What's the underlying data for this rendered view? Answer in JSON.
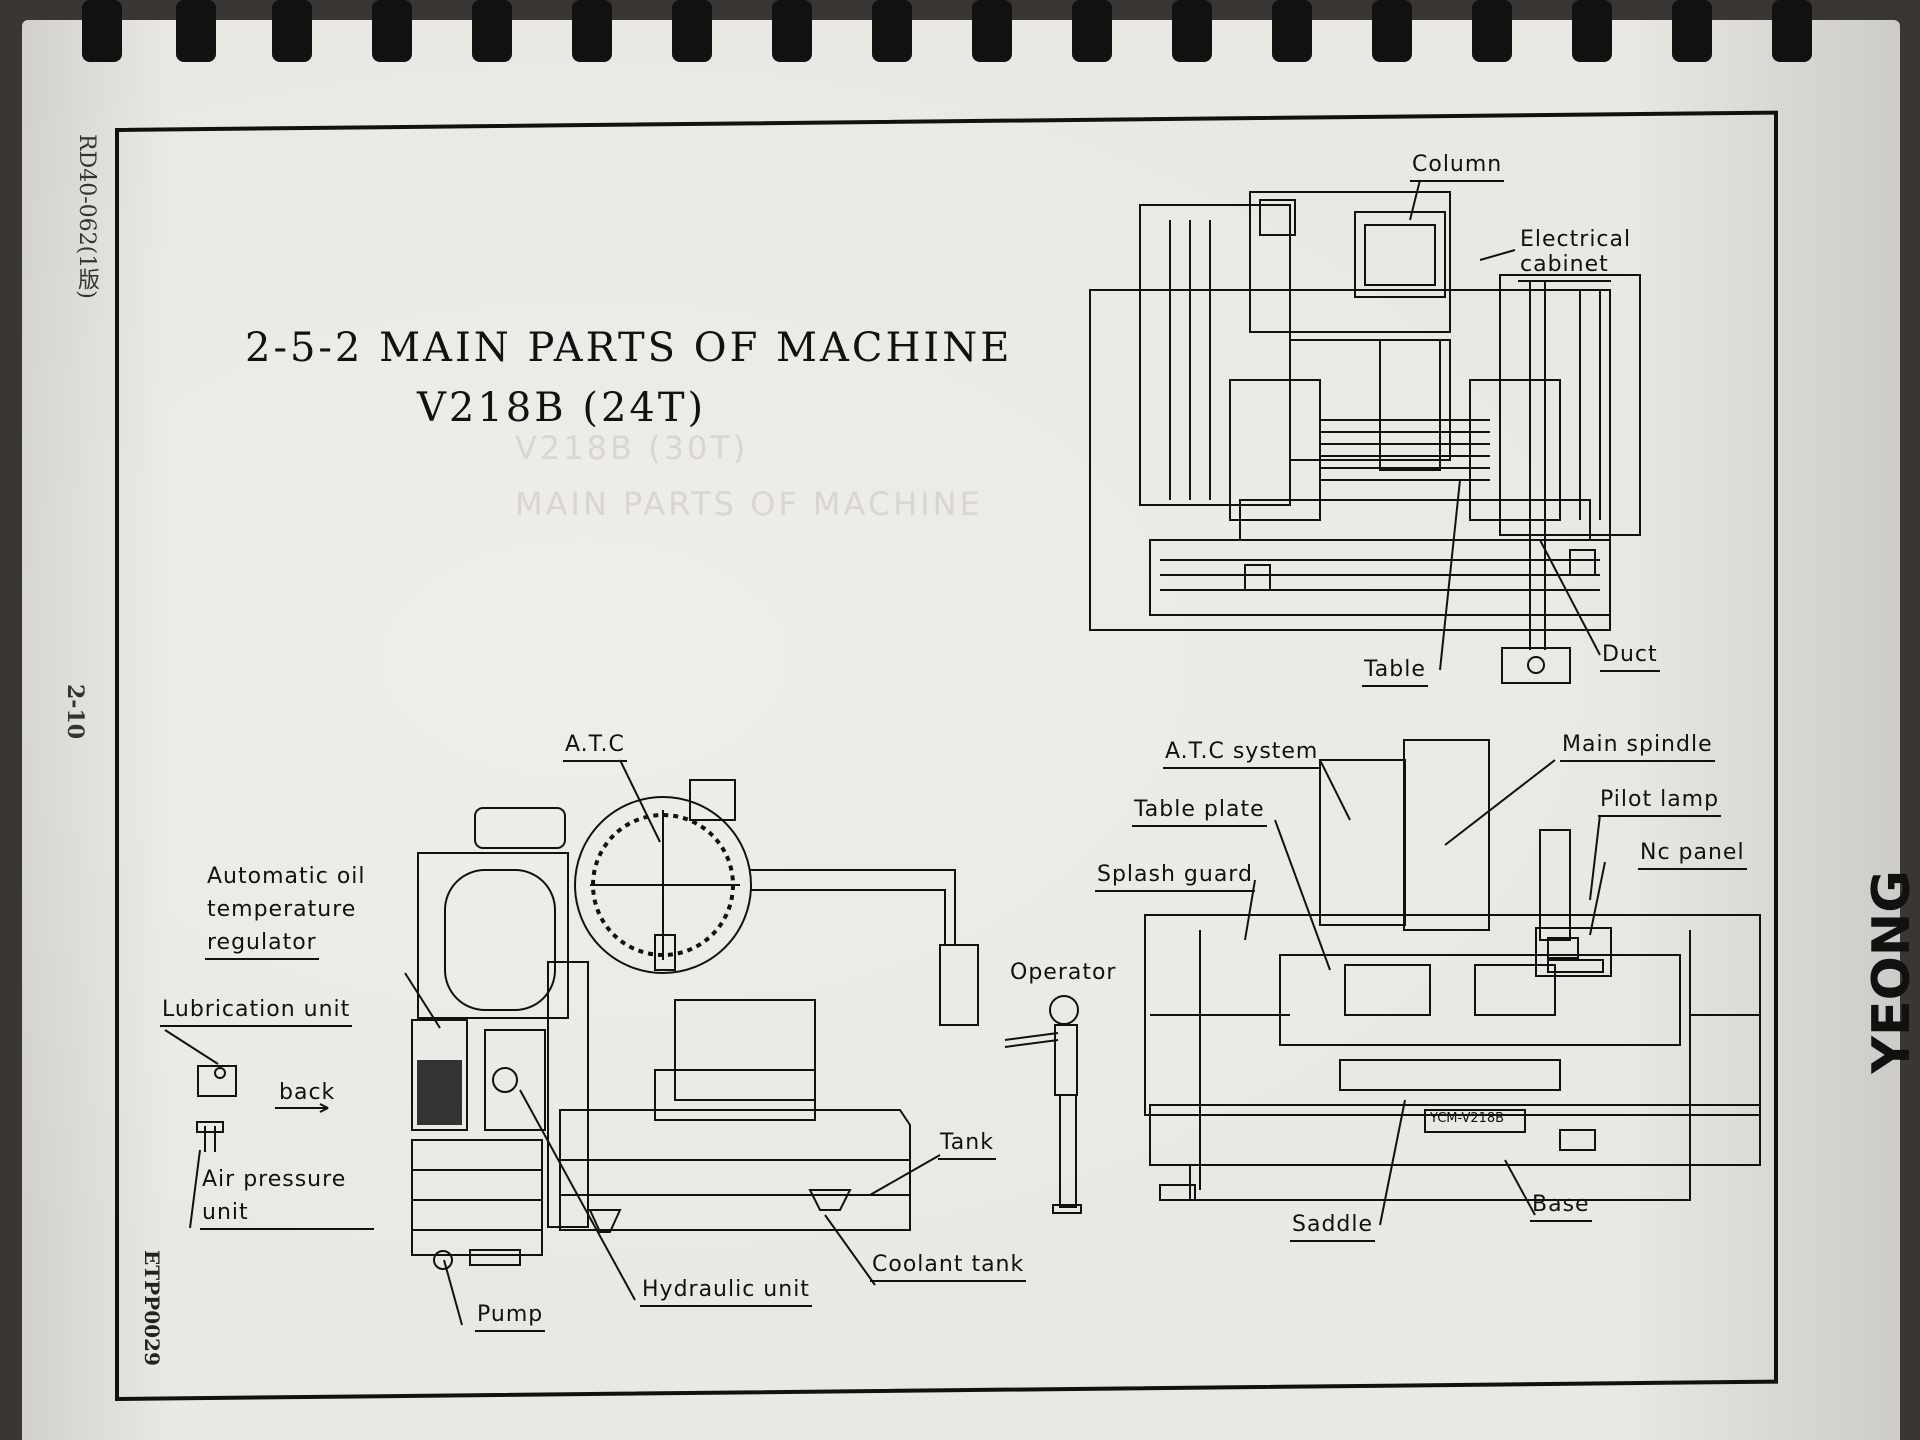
{
  "document": {
    "margin_code": "RD40-062(1版)",
    "page_number": "2-10",
    "figure_code": "ETPP0029",
    "title_line1": "2-5-2 MAIN  PARTS  OF  MACHINE",
    "title_line2": "V218B  (24T)",
    "ghost_line1": "V218B (30T)",
    "ghost_line2": "MAIN PARTS OF MACHINE",
    "brand_partial": "YEONG"
  },
  "front_view_labels": {
    "column": "Column",
    "electrical_cabinet_1": "Electrical",
    "electrical_cabinet_2": "cabinet",
    "table": "Table",
    "duct": "Duct"
  },
  "side_view_labels": {
    "atc": "A.T.C",
    "auto_oil_1": "Automatic  oil",
    "auto_oil_2": "temperature",
    "auto_oil_3": "regulator",
    "lubrication": "Lubrication  unit",
    "back": "back",
    "air_1": "Air  pressure",
    "air_2": "unit",
    "tank": "Tank",
    "pump": "Pump",
    "hydraulic": "Hydraulic  unit",
    "coolant": "Coolant  tank",
    "operator": "Operator"
  },
  "iso_view_labels": {
    "atc_system": "A.T.C  system",
    "main_spindle": "Main  spindle",
    "table_plate": "Table  plate",
    "pilot_lamp": "Pilot  lamp",
    "splash_guard": "Splash  guard",
    "nc_panel": "Nc  panel",
    "model_plate": "YCM-V218B",
    "saddle": "Saddle",
    "base": "Base"
  }
}
